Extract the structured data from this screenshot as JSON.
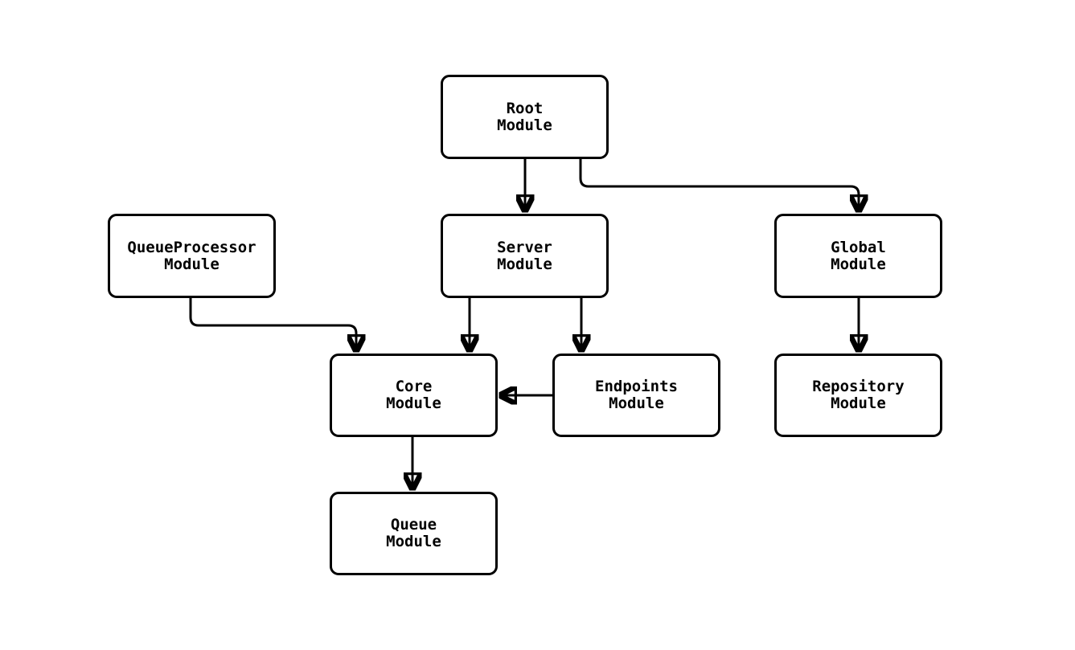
{
  "diagram": {
    "type": "module-dependency-flowchart",
    "background_color": "#ffffff",
    "node_border_color": "#000000",
    "node_fill_color": "#ffffff",
    "edge_color": "#000000",
    "nodes": {
      "root": {
        "label": "Root\nModule"
      },
      "queueprocessor": {
        "label": "QueueProcessor\nModule"
      },
      "server": {
        "label": "Server\nModule"
      },
      "global": {
        "label": "Global\nModule"
      },
      "core": {
        "label": "Core\nModule"
      },
      "endpoints": {
        "label": "Endpoints\nModule"
      },
      "repository": {
        "label": "Repository\nModule"
      },
      "queue": {
        "label": "Queue\nModule"
      }
    },
    "edges": [
      {
        "from": "Root Module",
        "to": "Server Module"
      },
      {
        "from": "Root Module",
        "to": "Global Module"
      },
      {
        "from": "QueueProcessor Module",
        "to": "Core Module"
      },
      {
        "from": "Server Module",
        "to": "Core Module"
      },
      {
        "from": "Server Module",
        "to": "Endpoints Module"
      },
      {
        "from": "Endpoints Module",
        "to": "Core Module"
      },
      {
        "from": "Global Module",
        "to": "Repository Module"
      },
      {
        "from": "Core Module",
        "to": "Queue Module"
      }
    ]
  }
}
